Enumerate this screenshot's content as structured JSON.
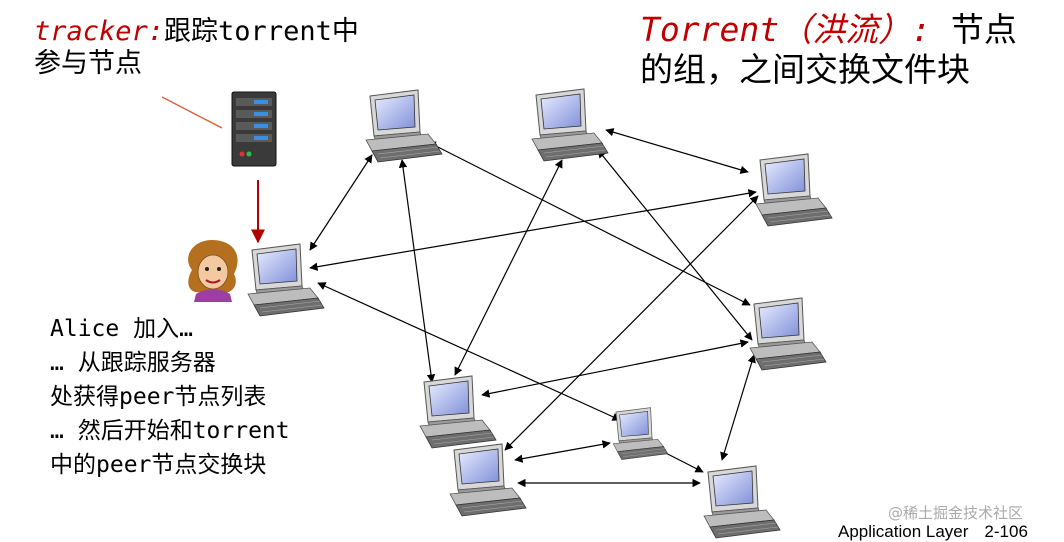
{
  "tracker": {
    "keyword": "tracker:",
    "line1_rest": "跟踪torrent中",
    "line2": "参与节点"
  },
  "torrent": {
    "keyword": "Torrent（洪流）:",
    "line1_rest": " 节点",
    "line2": "的组，之间交换文件块"
  },
  "alice": {
    "lines": [
      "Alice 加入…",
      "… 从跟踪服务器",
      "处获得peer节点列表",
      "… 然后开始和torrent",
      "中的peer节点交换块"
    ]
  },
  "watermark": "@稀土掘金技术社区",
  "footer": {
    "section": "Application Layer",
    "page": "2-106"
  },
  "colors": {
    "accent_red": "#c00000",
    "arrow": "#000000",
    "tracker_pointer": "#e06040",
    "tracker_arrow": "#b00000"
  },
  "icons": {
    "server": "server-icon",
    "computer": "computer-icon",
    "alice": "alice-avatar-icon"
  }
}
